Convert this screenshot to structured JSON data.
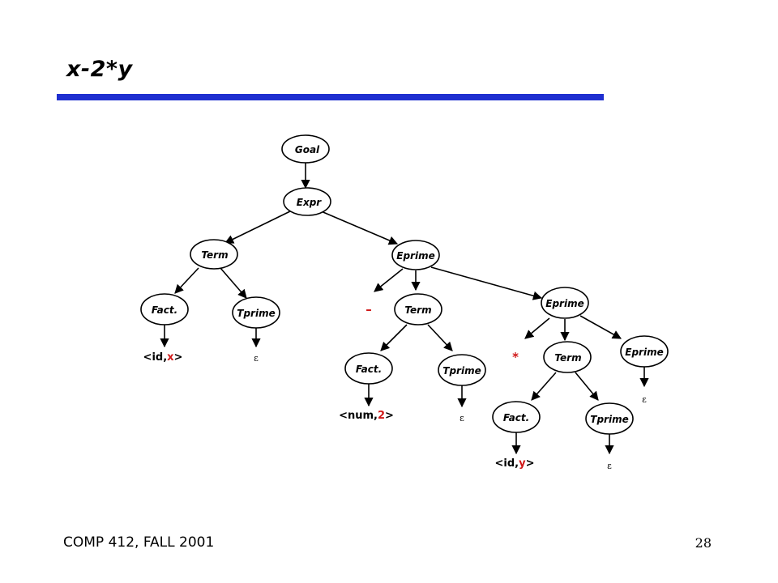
{
  "slide": {
    "title": "x-2*y",
    "footer_left": "COMP 412, FALL 2001",
    "page_number": "28"
  },
  "colors": {
    "rule": "#1f2fd0",
    "accent": "#d01818",
    "stroke": "#000000"
  },
  "tree": {
    "nodes": {
      "goal": "Goal",
      "expr": "Expr",
      "term1": "Term",
      "eprime1": "Eprime",
      "fact1": "Fact.",
      "tprime1": "Tprime",
      "term2": "Term",
      "eprime2": "Eprime",
      "fact2": "Fact.",
      "tprime2": "Tprime",
      "term3": "Term",
      "eprime3": "Eprime",
      "fact3": "Fact.",
      "tprime3": "Tprime"
    },
    "leaves": {
      "x": {
        "prefix": "<id,",
        "value": "x",
        "suffix": ">"
      },
      "num2": {
        "prefix": "<num,",
        "value": "2",
        "suffix": ">"
      },
      "y": {
        "prefix": "<id,",
        "value": "y",
        "suffix": ">"
      }
    },
    "operators": {
      "minus": "–",
      "times": "*"
    },
    "epsilon": "ε"
  }
}
